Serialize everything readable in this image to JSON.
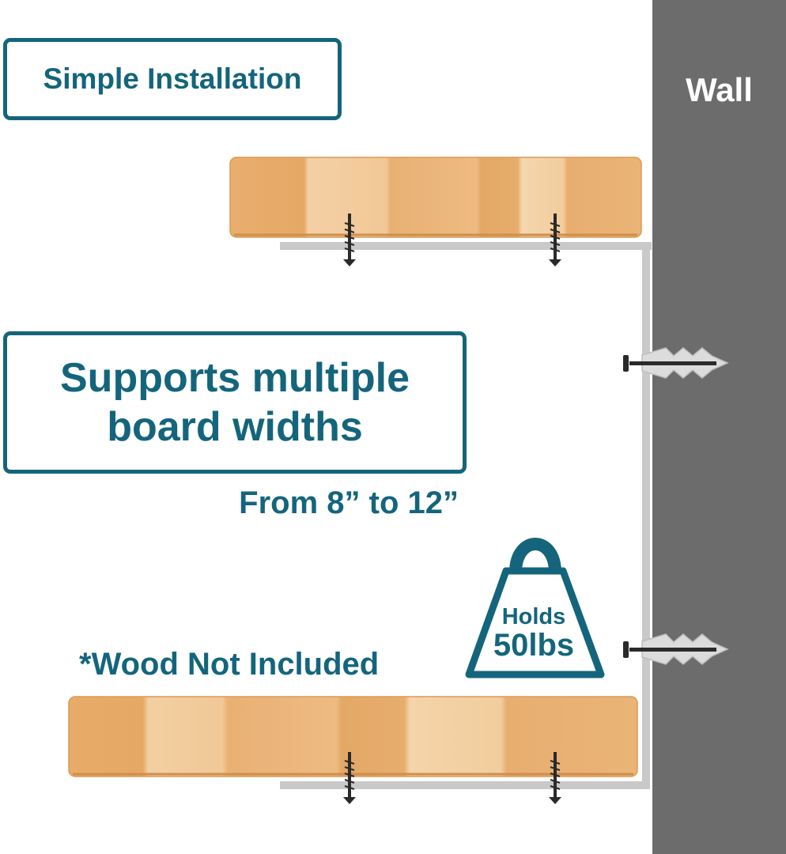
{
  "labels": {
    "wall": "Wall",
    "installation": "Simple Installation",
    "supports_line1": "Supports multiple",
    "supports_line2": "board widths",
    "range": "From 8” to 12”",
    "wood_note": "*Wood Not Included"
  },
  "weight": {
    "line1": "Holds",
    "line2": "50lbs"
  },
  "icons": [
    "weight-icon",
    "screw-icon",
    "wall-anchor-icon",
    "bracket-icon",
    "wood-board-icon"
  ],
  "colors": {
    "accent": "#14657c",
    "wall": "#6c6c6c",
    "bracket": "#c9c9c9",
    "wood": "#e8b275"
  }
}
